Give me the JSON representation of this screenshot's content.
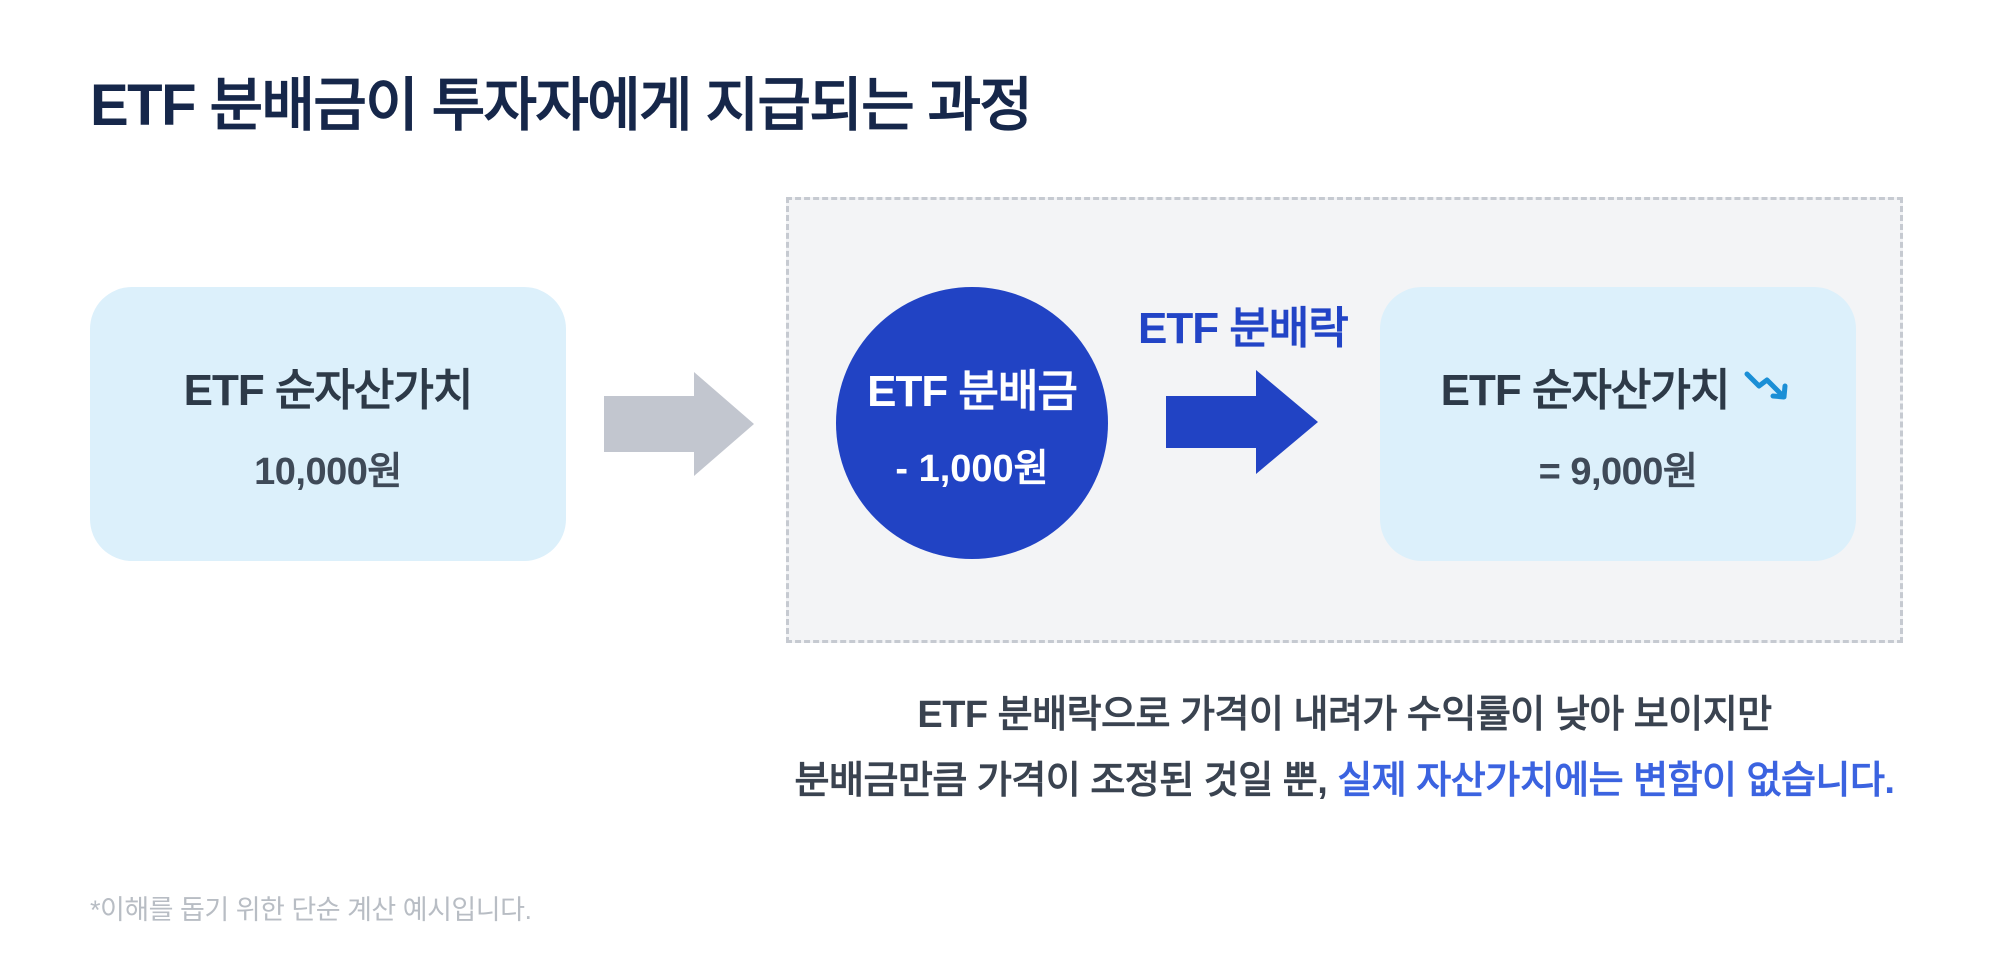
{
  "title": "ETF 분배금이 투자자에게 지급되는 과정",
  "left_box": {
    "label": "ETF 순자산가치",
    "value": "10,000원"
  },
  "circle": {
    "label": "ETF 분배금",
    "value": "- 1,000원"
  },
  "ex_dividend_label": "ETF 분배락",
  "right_box": {
    "label": "ETF 순자산가치",
    "value": "= 9,000원",
    "icon": "trending-down-icon"
  },
  "caption": {
    "line1": "ETF 분배락으로 가격이 내려가 수익률이 낮아 보이지만",
    "line2_prefix": "분배금만큼 가격이 조정된 것일 뿐, ",
    "line2_highlight": "실제 자산가치에는 변함이 없습니다."
  },
  "footnote": "*이해를 돕기 위한 단순 계산 예시입니다.",
  "colors": {
    "title": "#16274a",
    "box_bg": "#dcf0fb",
    "circle_bg": "#2143c4",
    "accent_blue": "#2244c6",
    "highlight_blue": "#3b63e0",
    "gray_arrow": "#c2c6cf",
    "trend_icon": "#1b8fd6"
  }
}
